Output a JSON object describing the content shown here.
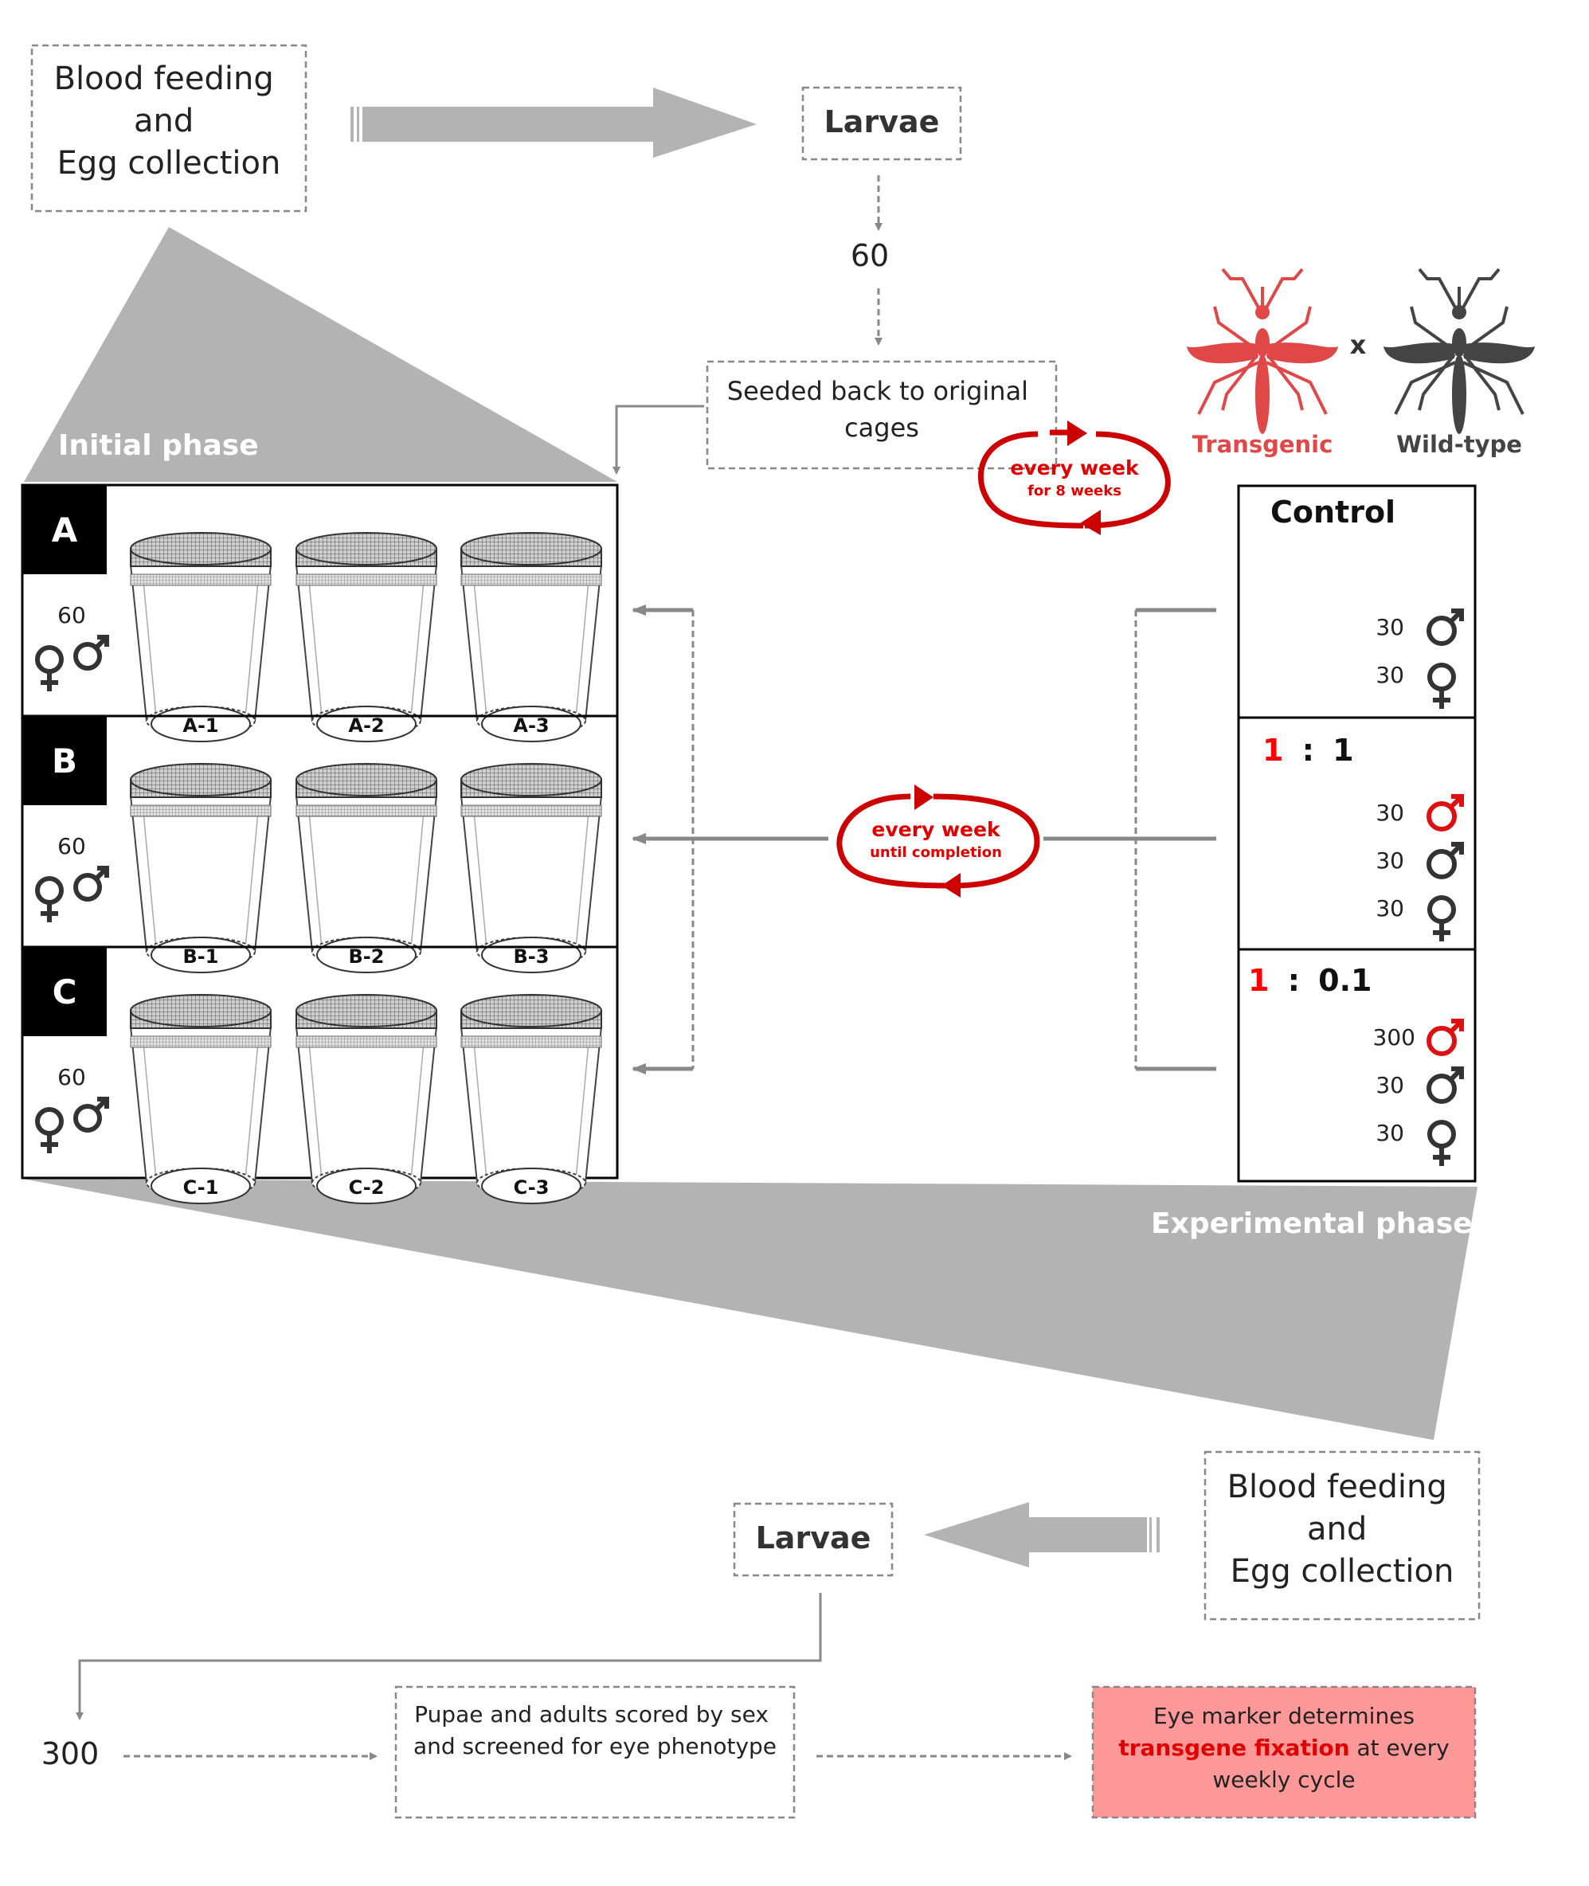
{
  "top": {
    "blood_feeding_line1": "Blood feeding",
    "blood_feeding_line2": "and",
    "blood_feeding_line3": "Egg collection",
    "larvae": "Larvae",
    "count": "60",
    "seeded_line1": "Seeded back to original",
    "seeded_line2": "cages",
    "loop_title": "every week",
    "loop_subtitle": "for 8 weeks"
  },
  "phases": {
    "initial": "Initial phase",
    "experimental": "Experimental phase"
  },
  "mosquitoes": {
    "cross": "x",
    "transgenic": "Transgenic",
    "wildtype": "Wild-type"
  },
  "groups": [
    {
      "letter": "A",
      "count": "60",
      "jars": [
        "A-1",
        "A-2",
        "A-3"
      ]
    },
    {
      "letter": "B",
      "count": "60",
      "jars": [
        "B-1",
        "B-2",
        "B-3"
      ]
    },
    {
      "letter": "C",
      "count": "60",
      "jars": [
        "C-1",
        "C-2",
        "C-3"
      ]
    }
  ],
  "middle_loop": {
    "title": "every week",
    "subtitle": "until completion"
  },
  "treatments": {
    "control": {
      "title": "Control",
      "male_wt": "30",
      "female": "30"
    },
    "ratio_1_1": {
      "ratio_red": "1",
      "ratio_sep": ":",
      "ratio_black": "1",
      "male_tg": "30",
      "male_wt": "30",
      "female": "30"
    },
    "ratio_1_01": {
      "ratio_red": "1",
      "ratio_sep": ":",
      "ratio_black": "0.1",
      "male_tg": "300",
      "male_wt": "30",
      "female": "30"
    }
  },
  "bottom": {
    "blood_feeding_line1": "Blood feeding",
    "blood_feeding_line2": "and",
    "blood_feeding_line3": "Egg collection",
    "larvae": "Larvae",
    "count": "300",
    "pupae_line1": "Pupae and adults scored by sex",
    "pupae_line2": "and screened for eye phenotype",
    "eye_line1": "Eye marker determines",
    "eye_highlight": "transgene fixation",
    "eye_line2_rest": " at every",
    "eye_line3": "weekly cycle"
  },
  "colors": {
    "accent_red": "#cc0000",
    "text_red": "#ff0000",
    "mosquito_red": "#e04848",
    "gray_shape": "#b3b3b3",
    "highlight_box": "#ff9999"
  }
}
